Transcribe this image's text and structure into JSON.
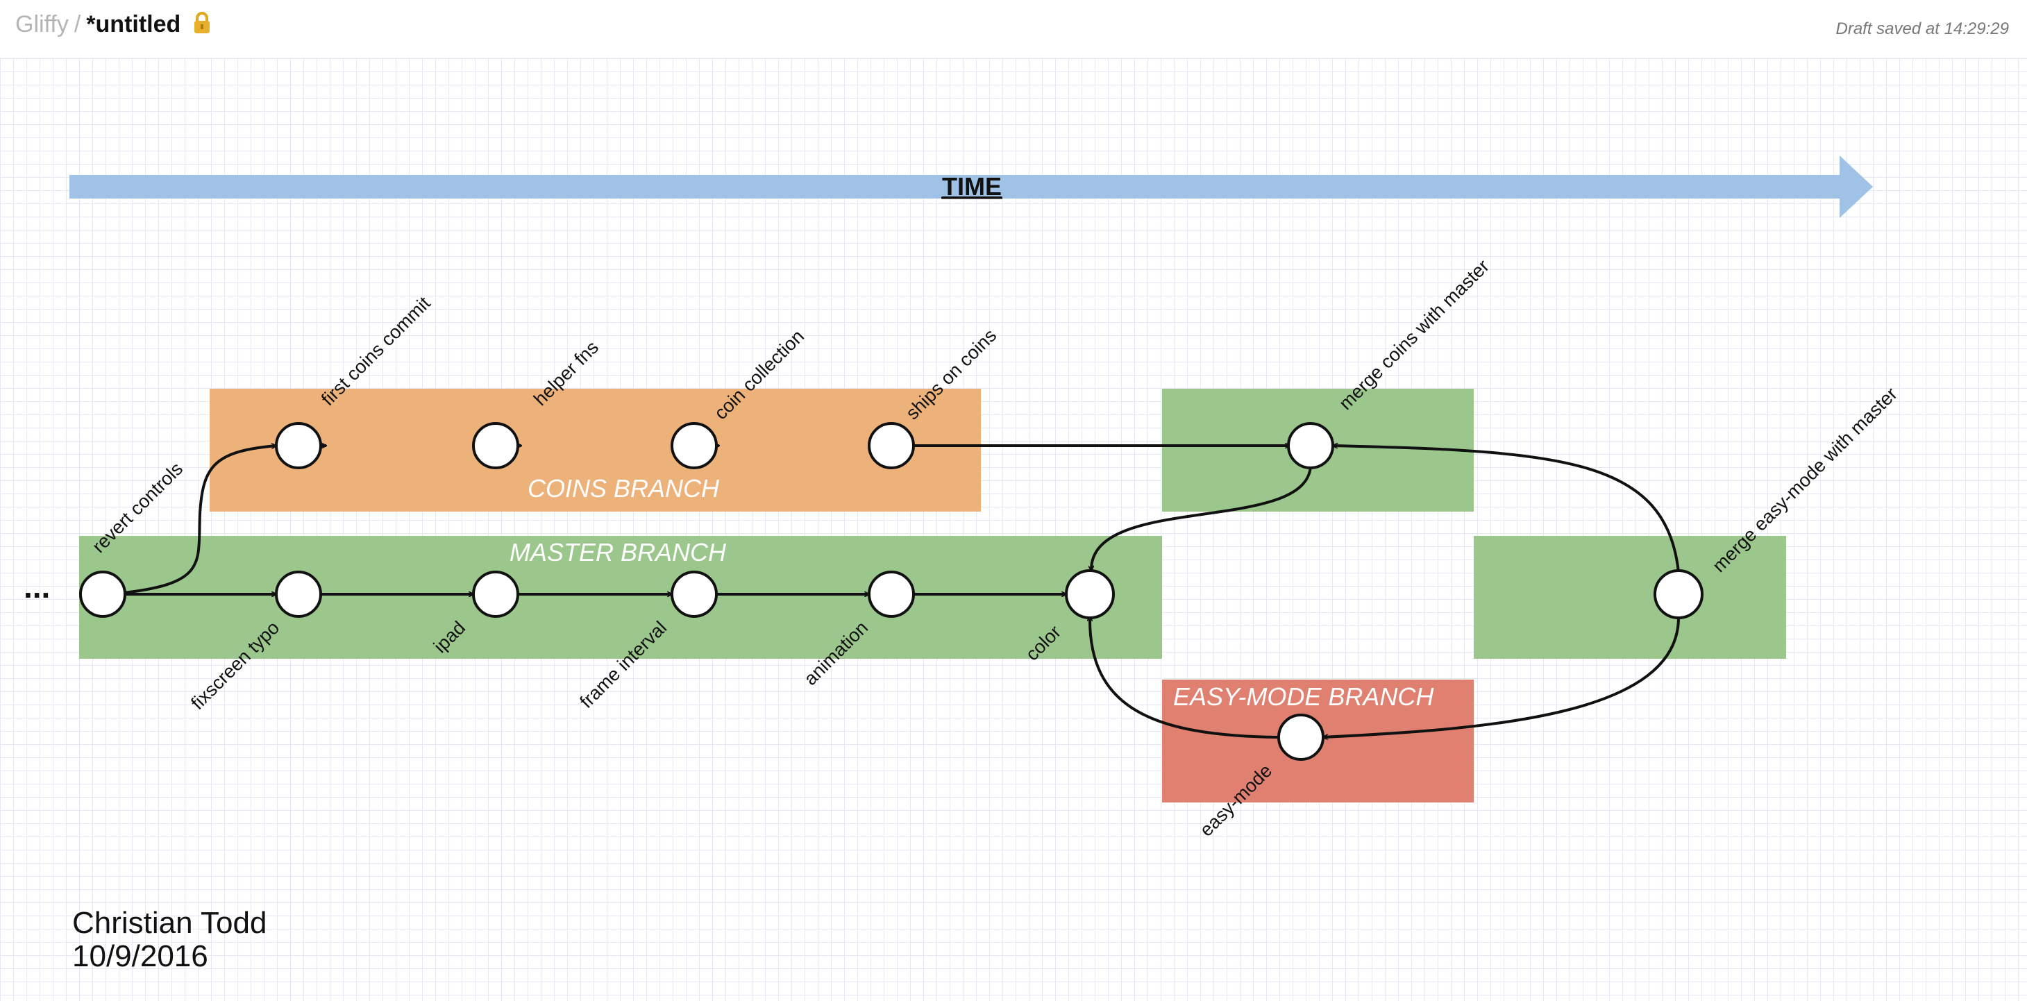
{
  "header": {
    "brand": "Gliffy",
    "separator": "/",
    "doc_title": "*untitled",
    "lock_icon": "lock-icon",
    "status": "Draft saved at 14:29:29"
  },
  "diagram": {
    "time_label": "TIME",
    "branches": {
      "coins": "COINS BRANCH",
      "master": "MASTER BRANCH",
      "easy": "EASY-MODE BRANCH"
    },
    "colors": {
      "coins_region": "#edb27a",
      "master_region": "#9cc78c",
      "easy_region": "#e08070",
      "time_arrow": "#a0c2e6"
    },
    "commits": {
      "first_coins": "first coins commit",
      "helper": "helper fns",
      "coin_collection": "coin collection",
      "ships": "ships on coins",
      "merge_coins": "merge coins with master",
      "revert": "revert controls",
      "fixscreen": "fixscreen typo",
      "ipad": "ipad",
      "frame": "frame interval",
      "animation": "animation",
      "color": "color",
      "merge_easy": "merge easy-mode with master",
      "easy_mode": "easy-mode"
    },
    "ellipsis": "...",
    "author": "Christian Todd",
    "date": "10/9/2016"
  }
}
